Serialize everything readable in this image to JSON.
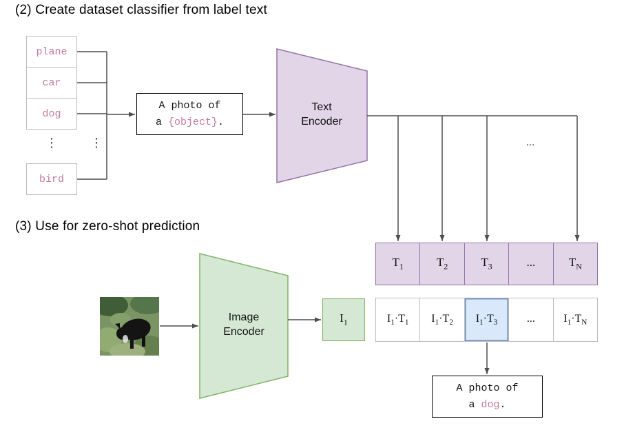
{
  "titles": {
    "section2": "(2) Create dataset classifier from label text",
    "section3": "(3) Use for zero-shot prediction"
  },
  "labels": {
    "items": [
      "plane",
      "car",
      "dog",
      "bird"
    ],
    "ellipsis_column": "⋮",
    "ellipsis_bracket": "⋮"
  },
  "prompt_box": {
    "line1": "A photo of",
    "line2_prefix": "a ",
    "object_token": "{object}",
    "line2_suffix": "."
  },
  "text_encoder": {
    "label": "Text Encoder"
  },
  "top_dots": "...",
  "t_row": {
    "cells": [
      {
        "base": "T",
        "sub": "1"
      },
      {
        "base": "T",
        "sub": "2"
      },
      {
        "base": "T",
        "sub": "3"
      },
      {
        "base": "...",
        "sub": ""
      },
      {
        "base": "T",
        "sub": "N"
      }
    ]
  },
  "image_encoder": {
    "label": "Image Encoder"
  },
  "i_box": {
    "base": "I",
    "sub": "1"
  },
  "product_row": {
    "cells": [
      {
        "i": "I",
        "isub": "1",
        "dot": "·",
        "t": "T",
        "tsub": "1",
        "highlight": false
      },
      {
        "i": "I",
        "isub": "1",
        "dot": "·",
        "t": "T",
        "tsub": "2",
        "highlight": false
      },
      {
        "i": "I",
        "isub": "1",
        "dot": "·",
        "t": "T",
        "tsub": "3",
        "highlight": true
      },
      {
        "i": "...",
        "isub": "",
        "dot": "",
        "t": "",
        "tsub": "",
        "highlight": false
      },
      {
        "i": "I",
        "isub": "1",
        "dot": "·",
        "t": "T",
        "tsub": "N",
        "highlight": false
      }
    ]
  },
  "result_box": {
    "line1": "A photo of",
    "line2_prefix": "a ",
    "object_token": "dog",
    "line2_suffix": "."
  },
  "colors": {
    "purple_fill": "#E1D5E7",
    "purple_stroke": "#9673A6",
    "green_fill": "#D5E8D4",
    "green_stroke": "#82B366",
    "blue_fill": "#DAE8FC",
    "blue_stroke": "#6C8EBF",
    "label_text": "#C27BA0",
    "arrow": "#4D4D4D",
    "box_border_gray": "#BDBDBD"
  }
}
